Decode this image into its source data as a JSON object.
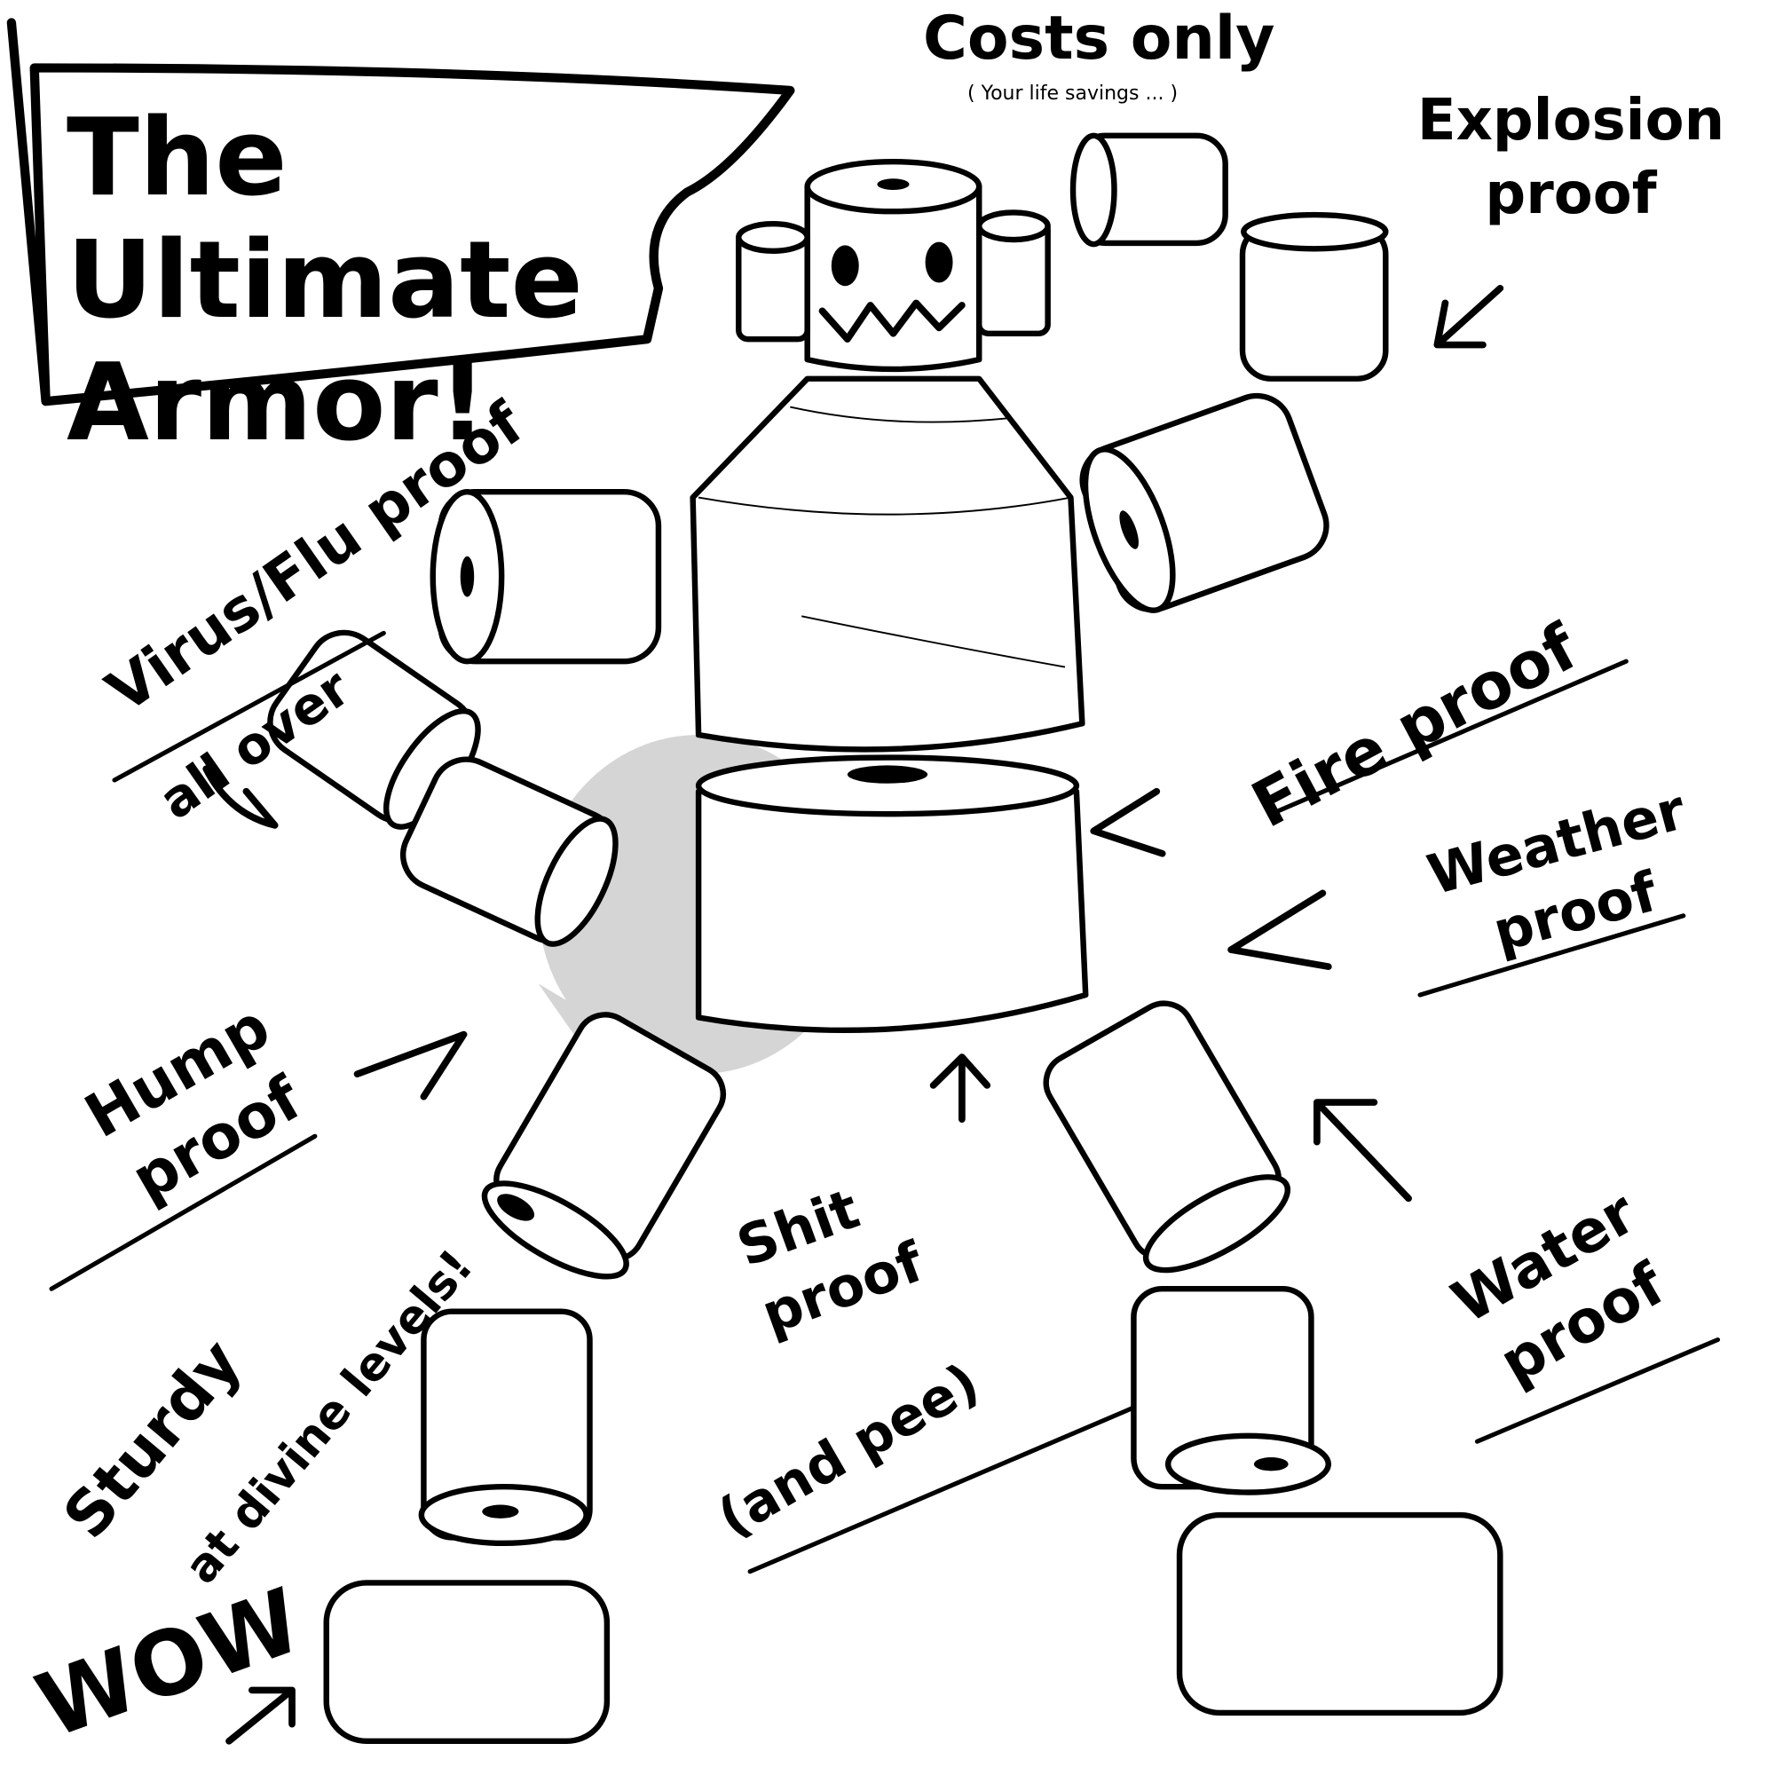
{
  "title": "The Ultimate Armor!",
  "cost": {
    "main": "Costs only",
    "note": "( Your life savings ... )"
  },
  "labels": {
    "explosion": "Explosion proof",
    "virus": "Virus/Flu proof",
    "virus_sub": "all over",
    "fire": "Fire proof",
    "weather": "Weather proof",
    "hump": "Hump proof",
    "shit": "Shit proof",
    "shit_sub": "(and pee)",
    "water": "Water proof",
    "sturdy": "Sturdy",
    "sturdy_sub": "at divine levels!",
    "wow": "WOW"
  },
  "colors": {
    "ink": "#000000",
    "paper": "#ffffff",
    "watermark": "#a8a8a8"
  }
}
